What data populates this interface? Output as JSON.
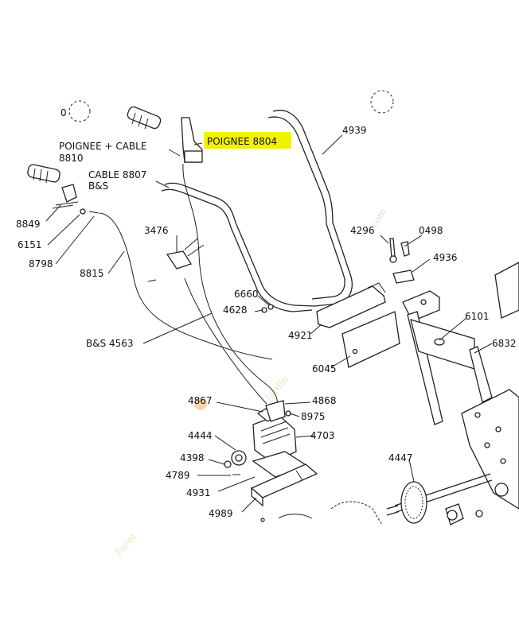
{
  "labels": {
    "poignee_cable": "POIGNEE + CABLE",
    "p8810": "8810",
    "poignee_8804": "POIGNEE 8804",
    "cable_8807": "CABLE 8807",
    "bs": "B&S",
    "p4939": "4939",
    "p01": "0",
    "p8849": "8849",
    "p6151": "6151",
    "p8798": "8798",
    "p8815": "8815",
    "p3476": "3476",
    "p4296": "4296",
    "p0498": "0498",
    "p4936": "4936",
    "p6660": "6660",
    "p4628": "4628",
    "p4921": "4921",
    "p6101": "6101",
    "p6832": "6832",
    "bs4563": "B&S  4563",
    "p6045": "6045",
    "p4867": "4867",
    "p4868": "4868",
    "p8975": "8975",
    "p4444": "4444",
    "p4703": "4703",
    "p4398": "4398",
    "p4789": "4789",
    "p4447": "4447",
    "p4931": "4931",
    "p4989": "4989"
  },
  "watermark": {
    "part1": "Foret",
    "part2": "Jardin",
    "part3": ".com"
  },
  "colors": {
    "highlight": "#f2f200",
    "watermark_green": "#d4e8a0",
    "watermark_grey": "#d8d2c8",
    "watermark_orange": "#f6c890"
  }
}
